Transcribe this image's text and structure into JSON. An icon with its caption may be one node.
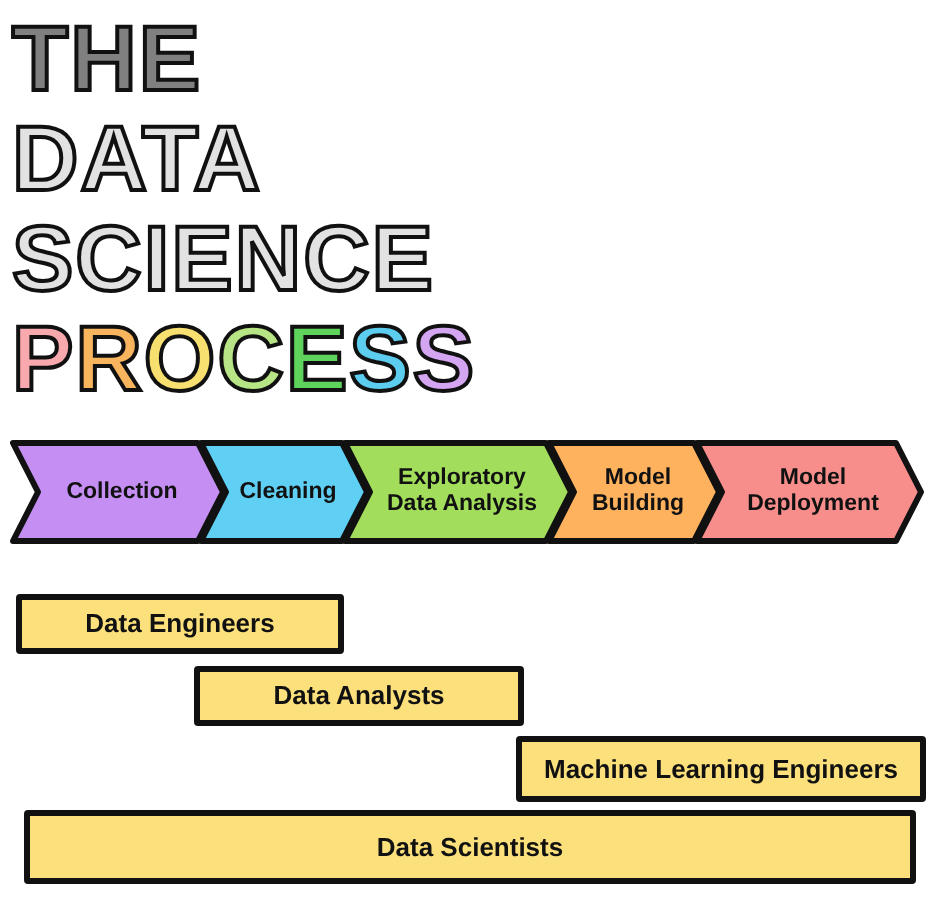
{
  "diagram": {
    "title": "THE DATA SCIENCE PROCESS",
    "nodes": [
      {
        "text": [
          "Collection"
        ]
      },
      {
        "text": [
          "Cleaning"
        ]
      },
      {
        "text": [
          "Exploratory Data Analysis"
        ]
      },
      {
        "text": [
          "Model Building"
        ]
      },
      {
        "text": [
          "Model Deployment"
        ]
      },
      {
        "text": [
          "Data Engineers"
        ]
      },
      {
        "text": [
          "Data Analysts"
        ]
      },
      {
        "text": [
          "Machine Learning Engineers"
        ]
      },
      {
        "text": [
          "Data Scientists"
        ]
      }
    ]
  }
}
